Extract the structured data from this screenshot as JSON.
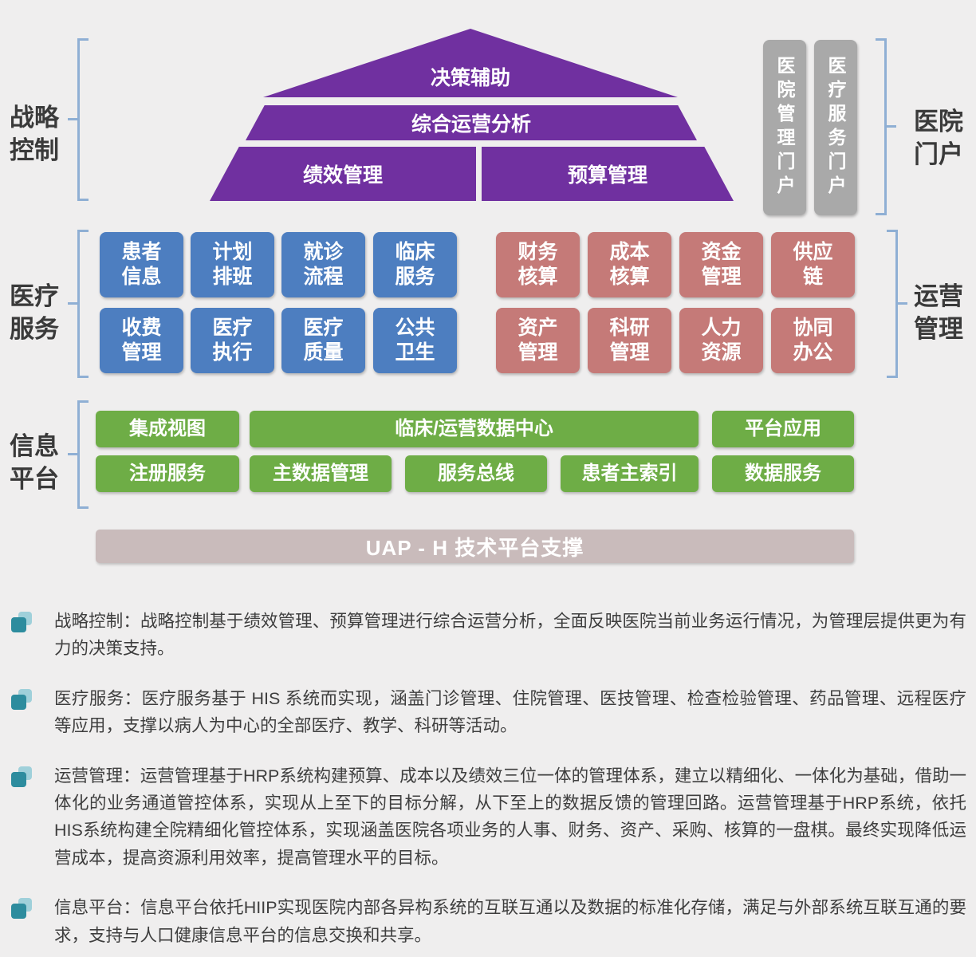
{
  "sections": {
    "strategic": {
      "side_label": "战略\n控制",
      "pyramid": {
        "top": "决策辅助",
        "middle": "综合运营分析",
        "bottom_left": "绩效管理",
        "bottom_right": "预算管理"
      }
    },
    "portal": {
      "side_label": "医院\n门户",
      "bars": [
        "医院管理门户",
        "医疗服务门户"
      ]
    },
    "medical": {
      "side_label": "医疗\n服务",
      "boxes": [
        "患者\n信息",
        "计划\n排班",
        "就诊\n流程",
        "临床\n服务",
        "收费\n管理",
        "医疗\n执行",
        "医疗\n质量",
        "公共\n卫生"
      ]
    },
    "operations": {
      "side_label": "运营\n管理",
      "boxes": [
        "财务\n核算",
        "成本\n核算",
        "资金\n管理",
        "供应\n链",
        "资产\n管理",
        "科研\n管理",
        "人力\n资源",
        "协同\n办公"
      ]
    },
    "platform": {
      "side_label": "信息\n平台",
      "row1": [
        "集成视图",
        "临床/运营数据中心",
        "平台应用"
      ],
      "row2": [
        "注册服务",
        "主数据管理",
        "服务总线",
        "患者主索引",
        "数据服务"
      ]
    },
    "uap": {
      "label": "UAP - H 技术平台支撑"
    }
  },
  "descriptions": [
    {
      "label": "战略控制：",
      "body": "战略控制基于绩效管理、预算管理进行综合运营分析，全面反映医院当前业务运行情况，为管理层提供更为有力的决策支持。"
    },
    {
      "label": "医疗服务：",
      "body": "医疗服务基于 HIS 系统而实现，涵盖门诊管理、住院管理、医技管理、检查检验管理、药品管理、远程医疗等应用，支撑以病人为中心的全部医疗、教学、科研等活动。"
    },
    {
      "label": "运营管理：",
      "body": "运营管理基于HRP系统构建预算、成本以及绩效三位一体的管理体系，建立以精细化、一体化为基础，借助一体化的业务通道管控体系，实现从上至下的目标分解，从下至上的数据反馈的管理回路。运营管理基于HRP系统，依托HIS系统构建全院精细化管控体系，实现涵盖医院各项业务的人事、财务、资产、采购、核算的一盘棋。最终实现降低运营成本，提高资源利用效率，提高管理水平的目标。"
    },
    {
      "label": "信息平台：",
      "body": "信息平台依托HIIP实现医院内部各异构系统的互联互通以及数据的标准化存储，满足与外部系统互联互通的要求，支持与人口健康信息平台的信息交换和共享。"
    }
  ],
  "colors": {
    "background": "#efeeee",
    "purple": "#7030a0",
    "blue": "#4d7ec0",
    "red": "#c57a78",
    "green": "#6ead46",
    "gray_bar": "#a9a9a9",
    "uap_bar": "#c9bbbb",
    "bracket": "#8fafd4",
    "bullet_teal": "#2d8c9e"
  }
}
